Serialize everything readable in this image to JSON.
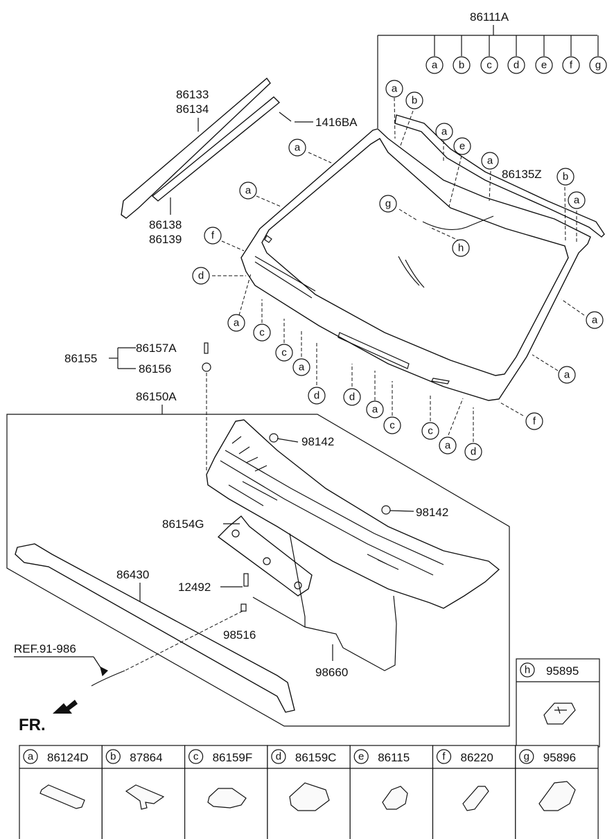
{
  "diagram": {
    "top_part": "86111A",
    "top_letters": [
      "a",
      "b",
      "c",
      "d",
      "e",
      "f",
      "g"
    ],
    "labels": {
      "p86133": "86133",
      "p86134": "86134",
      "p1416BA": "1416BA",
      "p86138": "86138",
      "p86139": "86139",
      "p86135Z": "86135Z",
      "p86155": "86155",
      "p86157A": "86157A",
      "p86156": "86156",
      "p86150A": "86150A",
      "p98142a": "98142",
      "p98142b": "98142",
      "p86154G": "86154G",
      "p86430": "86430",
      "p12492": "12492",
      "p98516": "98516",
      "p98660": "98660",
      "ref": "REF.91-986",
      "fr": "FR."
    },
    "callouts": {
      "c1": "a",
      "c2": "b",
      "c3": "a",
      "c4": "e",
      "c5": "a",
      "c6": "b",
      "c7": "a",
      "c8": "a",
      "c9": "a",
      "c10": "g",
      "c11": "h",
      "c12": "f",
      "c13": "d",
      "c14": "a",
      "c15": "c",
      "c16": "c",
      "c17": "a",
      "c18": "d",
      "c19": "d",
      "c20": "a",
      "c21": "c",
      "c22": "c",
      "c23": "a",
      "c24": "d",
      "c25": "f",
      "c26": "a",
      "c27": "a"
    },
    "h_box": {
      "letter": "h",
      "part": "95895"
    },
    "legend": [
      {
        "letter": "a",
        "part": "86124D"
      },
      {
        "letter": "b",
        "part": "87864"
      },
      {
        "letter": "c",
        "part": "86159F"
      },
      {
        "letter": "d",
        "part": "86159C"
      },
      {
        "letter": "e",
        "part": "86115"
      },
      {
        "letter": "f",
        "part": "86220"
      },
      {
        "letter": "g",
        "part": "95896"
      }
    ]
  }
}
